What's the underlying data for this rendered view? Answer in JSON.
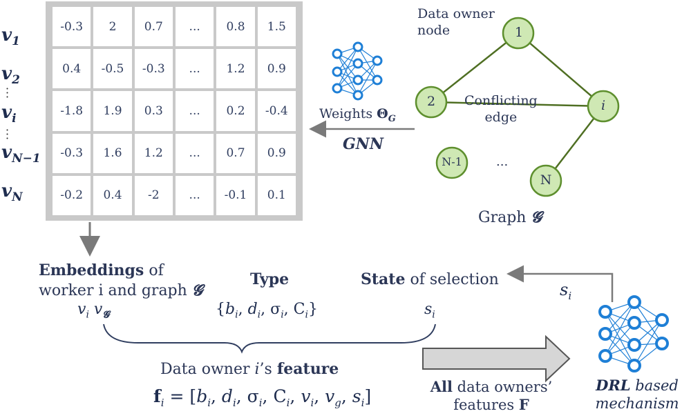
{
  "matrix": {
    "rows": [
      [
        "-0.3",
        "2",
        "0.7",
        "...",
        "0.8",
        "1.5"
      ],
      [
        "0.4",
        "-0.5",
        "-0.3",
        "...",
        "1.2",
        "0.9"
      ],
      [
        "-1.8",
        "1.9",
        "0.3",
        "...",
        "0.2",
        "-0.4"
      ],
      [
        "-0.3",
        "1.6",
        "1.2",
        "...",
        "0.7",
        "0.9"
      ],
      [
        "-0.2",
        "0.4",
        "-2",
        "...",
        "-0.1",
        "0.1"
      ]
    ],
    "row_labels": [
      {
        "base": "v",
        "sub": "1"
      },
      {
        "base": "v",
        "sub": "2"
      },
      {
        "base": "v",
        "sub": "i"
      },
      {
        "base": "v",
        "sub": "N−1"
      },
      {
        "base": "v",
        "sub": "N"
      }
    ]
  },
  "gnn": {
    "weights_label": "Weights",
    "theta": "Θ",
    "theta_sub": "G",
    "name": "GNN"
  },
  "graph": {
    "data_owner_label_line1": "Data owner",
    "data_owner_label_line2": "node",
    "conflicting_label_line1": "Conflicting",
    "conflicting_label_line2": "edge",
    "nodes": {
      "n1": "1",
      "n2": "2",
      "ni": "i",
      "nn1": "N-1",
      "nn": "N"
    },
    "ellipsis": "...",
    "caption": "Graph",
    "caption_symbol": "𝓖"
  },
  "embeddings": {
    "bold": "Embeddings",
    "rest_line1": " of",
    "line2": "worker i and graph",
    "symbol": "𝓖",
    "vars": "v",
    "var_sub_i": "i",
    "var_sub_g": "𝓖"
  },
  "type": {
    "title": "Type",
    "expr_open": "{",
    "b": "b",
    "d": "d",
    "sigma": "σ",
    "C": "C",
    "sub": "i",
    "expr_close": "}"
  },
  "state": {
    "bold": "State",
    "rest": " of selection",
    "s": "s",
    "sub": "i"
  },
  "feature": {
    "label_prefix": "Data owner ",
    "label_i": "i",
    "label_mid": "’s ",
    "label_bold": "feature",
    "formula_f": "f",
    "formula_sub": "i",
    "formula_body": "= [b, d, σ, C, v, v, s]"
  },
  "all_features": {
    "bold": "All",
    "rest_line1": " data owners’",
    "line2": "features",
    "F": "F"
  },
  "drl": {
    "line1_bold": "DRL",
    "line1_rest": " based",
    "line2": "mechanism",
    "s_label": "s",
    "s_sub": "i"
  },
  "colors": {
    "node_fill": "#cfe8b4",
    "node_stroke": "#5e8f2e",
    "edge": "#4f6f23",
    "nn_blue": "#1e7fd6",
    "text": "#1f2d4f",
    "matrix_border": "#c9c9c9",
    "arrow_gray": "#7a7a7a"
  }
}
